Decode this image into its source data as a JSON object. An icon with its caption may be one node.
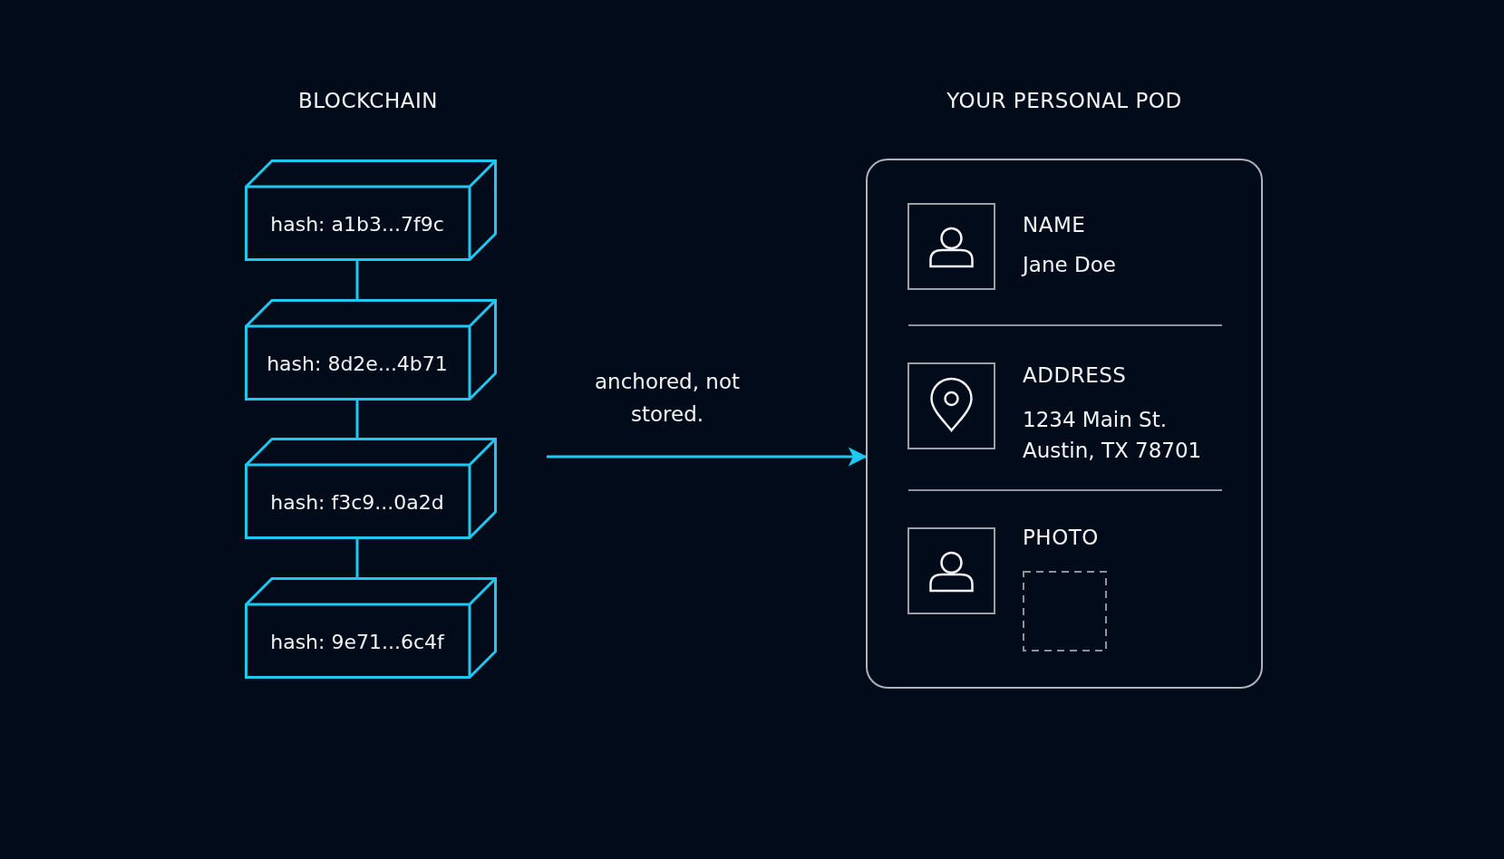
{
  "diagram": {
    "nodes": [
      {
        "text": [
          "hash: a1b3...7f9c"
        ]
      },
      {
        "text": [
          "hash: 8d2e...4b71"
        ]
      },
      {
        "text": [
          "hash: f3c9...0a2d"
        ]
      },
      {
        "text": [
          "hash: 9e71...6c4f"
        ]
      },
      {
        "text": [
          "YOUR PERSONAL POD"
        ]
      }
    ],
    "edges": [
      {
        "from": 0,
        "to": 1,
        "arrow": "none"
      },
      {
        "from": 1,
        "to": 2,
        "arrow": "none"
      },
      {
        "from": 2,
        "to": 3,
        "arrow": "none"
      },
      {
        "from": null,
        "to": 4,
        "arrow": "to",
        "label": "anchored, not stored."
      }
    ],
    "labels": [
      "BLOCKCHAIN",
      "NAME",
      "Jane Doe",
      "ADDRESS",
      "1234 Main St. Austin, TX 78701",
      "PHOTO"
    ]
  }
}
